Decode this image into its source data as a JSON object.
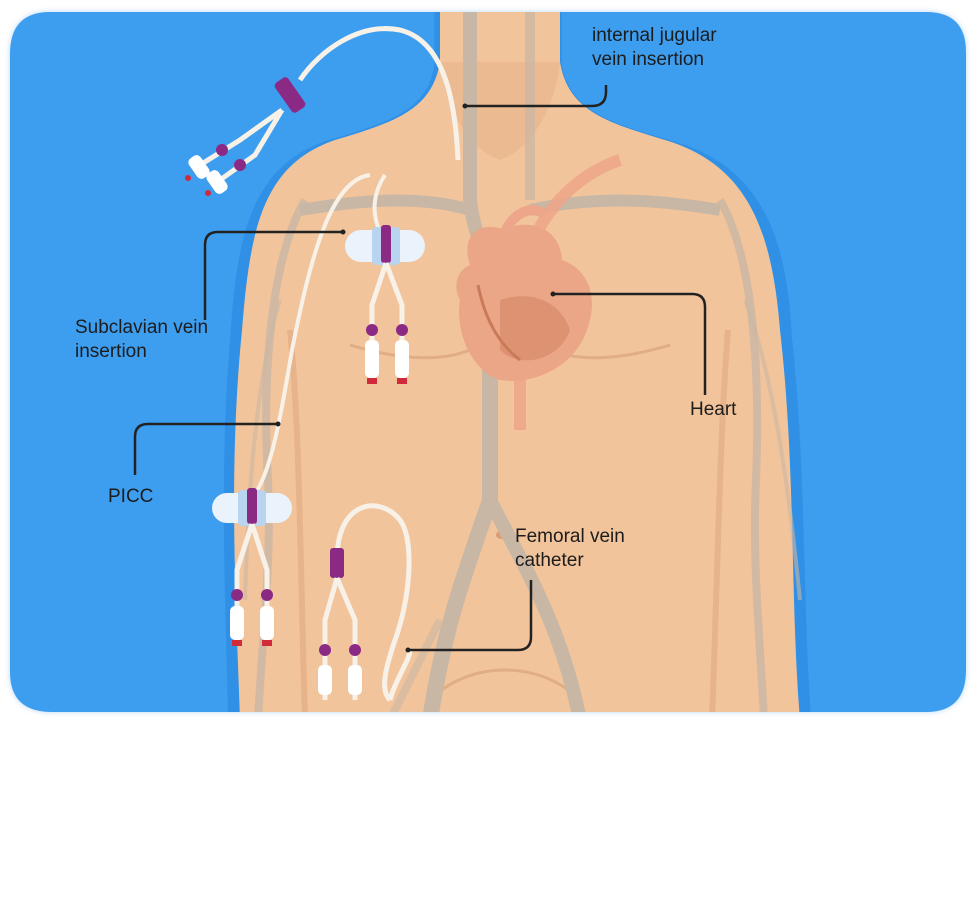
{
  "labels": {
    "internal_jugular": [
      "internal jugular",
      "vein insertion"
    ],
    "subclavian": [
      "Subclavian vein",
      "insertion"
    ],
    "picc": "PICC",
    "heart": "Heart",
    "femoral": [
      "Femoral vein",
      "catheter"
    ]
  },
  "colors": {
    "background": "#3d9ef0",
    "skin": "#f2c49b",
    "skin_shadow": "#e0ad84",
    "vein": "#c9b7a5",
    "artery": "#eea68a",
    "catheter": "#f7f1e8",
    "hub": "#8b2a85",
    "dressing": "#eaf2fb",
    "leader_line": "#222222"
  }
}
